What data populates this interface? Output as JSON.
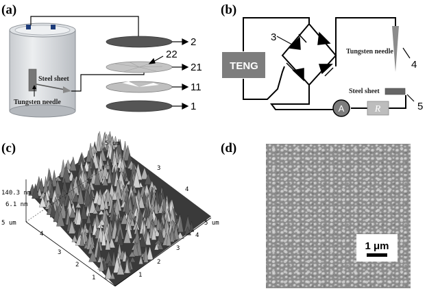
{
  "panels": {
    "a": {
      "label": "(a)",
      "sheet_label": "Steel sheet",
      "needle_label": "Tungsten needle",
      "callouts": [
        "2",
        "22",
        "21",
        "11",
        "1"
      ]
    },
    "b": {
      "label": "(b)",
      "teng_label": "TENG",
      "needle_label": "Tungsten needle",
      "sheet_label": "Steel sheet",
      "ammeter_label": "A",
      "resistor_label": "R",
      "callouts": [
        "3",
        "4",
        "5"
      ]
    },
    "c": {
      "label": "(c)",
      "z_labels": [
        "140.3 nm",
        "6.1 nm"
      ],
      "top_label": "5 um",
      "right_label": "5 um",
      "left_label": "5 um",
      "x_ticks": [
        "1",
        "2",
        "3",
        "4"
      ],
      "y_ticks": [
        "1",
        "2",
        "3",
        "4"
      ],
      "top_ticks": [
        "3",
        "4"
      ]
    },
    "d": {
      "label": "(d)",
      "scale_bar": "1 μm"
    }
  }
}
